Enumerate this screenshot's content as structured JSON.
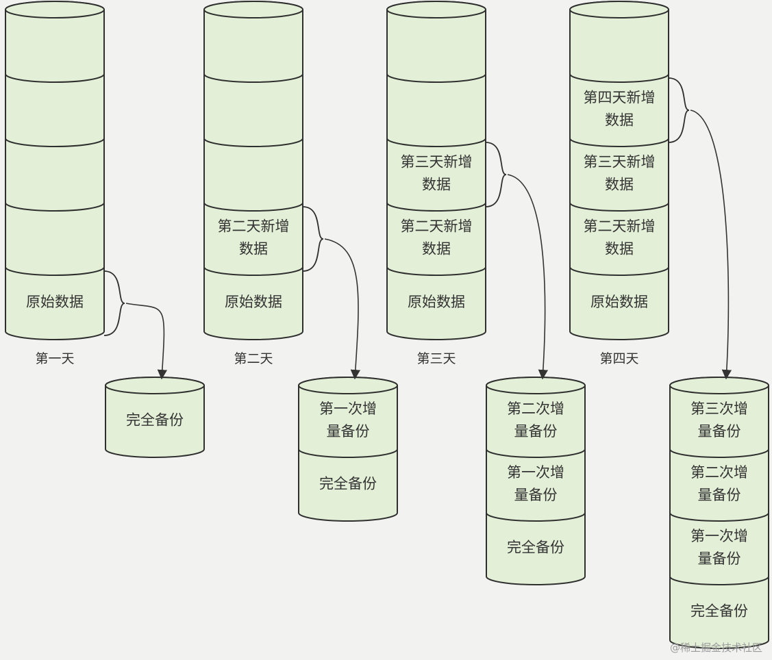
{
  "colors": {
    "cylinder_fill": "#e3efd6",
    "cylinder_stroke": "#2f2f2f",
    "text": "#333333",
    "arrow": "#333333"
  },
  "days": [
    {
      "label": "第一天",
      "storage": [
        "",
        "",
        "",
        "",
        "原始数据"
      ],
      "backup": [
        "完全备份"
      ]
    },
    {
      "label": "第二天",
      "storage": [
        "",
        "",
        "",
        "第二天新增数据",
        "原始数据"
      ],
      "backup": [
        "第一次增量备份",
        "完全备份"
      ]
    },
    {
      "label": "第三天",
      "storage": [
        "",
        "",
        "第三天新增数据",
        "第二天新增数据",
        "原始数据"
      ],
      "backup": [
        "第二次增量备份",
        "第一次增量备份",
        "完全备份"
      ]
    },
    {
      "label": "第四天",
      "storage": [
        "",
        "第四天新增数据",
        "第三天新增数据",
        "第二天新增数据",
        "原始数据"
      ],
      "backup": [
        "第三次增量备份",
        "第二次增量备份",
        "第一次增量备份",
        "完全备份"
      ]
    }
  ],
  "watermark": "@稀土掘金技术社区"
}
